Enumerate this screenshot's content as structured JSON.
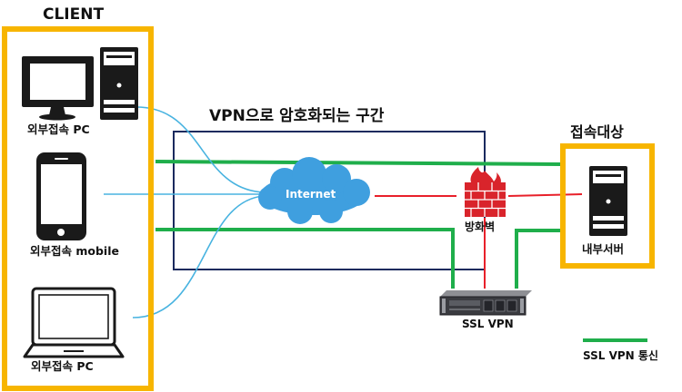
{
  "labels": {
    "client": "CLIENT",
    "pc_top": "외부접속 PC",
    "mobile": "외부접속 mobile",
    "pc_bottom": "외부접속 PC",
    "vpn_region": "VPN으로 암호화되는 구간",
    "internet": "Internet",
    "firewall": "방화벽",
    "ssl_vpn": "SSL VPN",
    "target": "접속대상",
    "internal_server": "내부서버",
    "legend_ssl": "SSL VPN 통신"
  },
  "colors": {
    "client_frame": "#f7b500",
    "target_frame": "#f7b500",
    "vpn_region": "#1a2a5e",
    "ssl_line": "#1fae4b",
    "client_link": "#48b3e0",
    "internet_cloud": "#3f9fdf",
    "firewall_link": "#e8202a",
    "firewall": "#d9242b"
  },
  "icons": {
    "desktop": "desktop-pc-icon",
    "tower": "tower-pc-icon",
    "phone": "smartphone-icon",
    "laptop": "laptop-icon",
    "cloud": "cloud-icon",
    "firewall": "firewall-icon",
    "vpn_appliance": "rack-server-icon",
    "server": "server-tower-icon"
  }
}
